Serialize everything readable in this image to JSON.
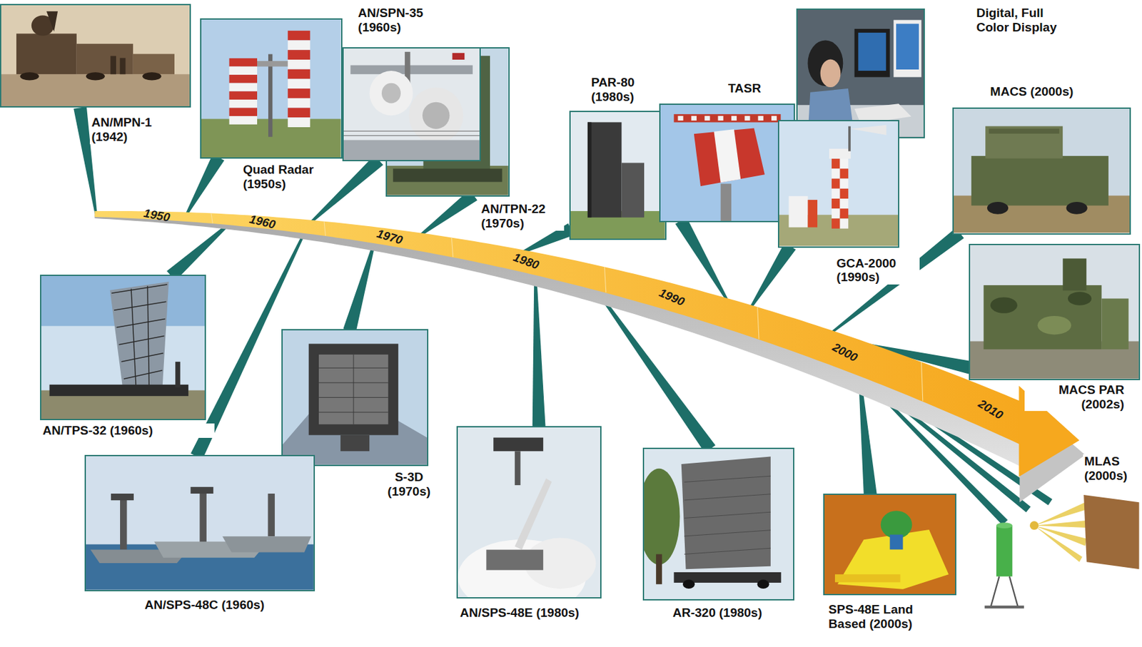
{
  "diagram": {
    "nodes": [
      {
        "text": [
          "AN/MPN-1 (1942)"
        ]
      },
      {
        "text": [
          "Quad Radar (1950s)"
        ]
      },
      {
        "text": [
          "AN/SPN-35 (1960s)"
        ]
      },
      {
        "text": [
          "AN/TPN-22 (1970s)"
        ]
      },
      {
        "text": [
          "PAR-80 (1980s)"
        ]
      },
      {
        "text": [
          "TASR"
        ]
      },
      {
        "text": [
          "Digital, Full Color Display"
        ]
      },
      {
        "text": [
          "GCA-2000 (1990s)"
        ]
      },
      {
        "text": [
          "MACS (2000s)"
        ]
      },
      {
        "text": [
          "AN/TPS-32 (1960s)"
        ]
      },
      {
        "text": [
          "S-3D (1970s)"
        ]
      },
      {
        "text": [
          "AN/SPS-48C (1960s)"
        ]
      },
      {
        "text": [
          "AN/SPS-48E (1980s)"
        ]
      },
      {
        "text": [
          "AR-320 (1980s)"
        ]
      },
      {
        "text": [
          "MACS PAR (2002s)"
        ]
      },
      {
        "text": [
          "SPS-48E Land Based (2000s)"
        ]
      }
    ],
    "labels": [
      "1950",
      "1960",
      "1970",
      "1980",
      "1990",
      "2000",
      "2010",
      "MLAS (2000s)"
    ]
  }
}
